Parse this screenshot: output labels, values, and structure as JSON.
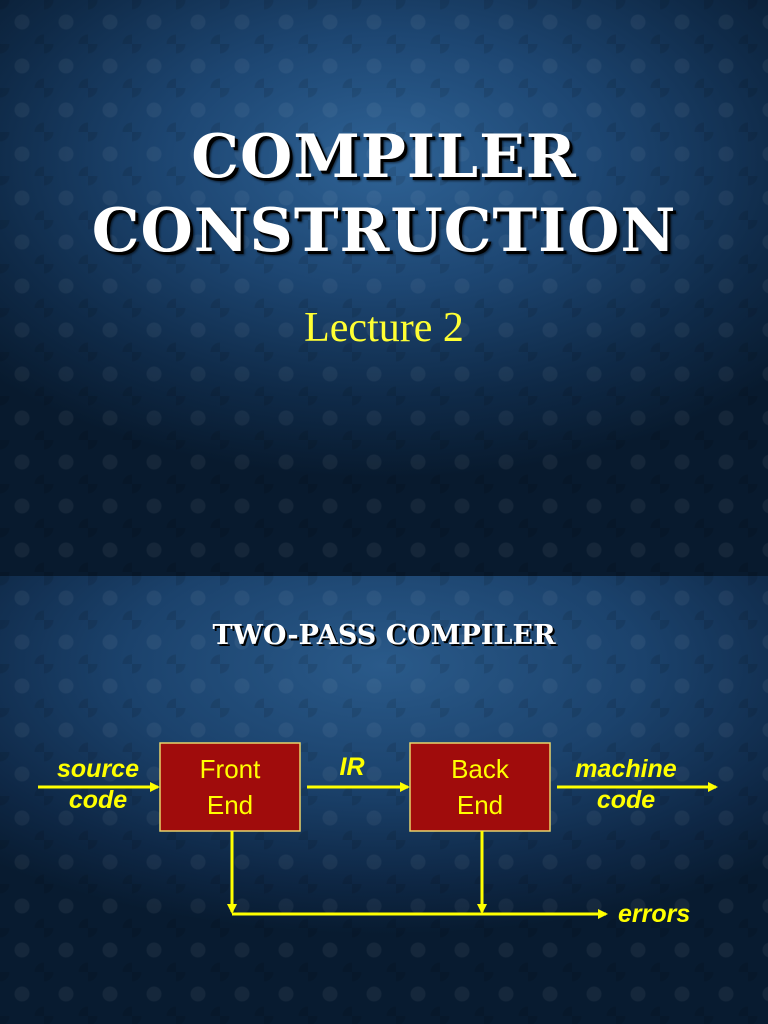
{
  "slide1": {
    "title_line1": "COMPILER",
    "title_line2": "CONSTRUCTION",
    "subtitle": "Lecture 2"
  },
  "slide2": {
    "title": "TWO-PASS COMPILER",
    "diagram": {
      "input_label_line1": "source",
      "input_label_line2": "code",
      "front_end_line1": "Front",
      "front_end_line2": "End",
      "ir_label": "IR",
      "back_end_line1": "Back",
      "back_end_line2": "End",
      "output_label_line1": "machine",
      "output_label_line2": "code",
      "errors_label": "errors"
    }
  },
  "colors": {
    "box_fill": "#a00c0c",
    "box_border": "#e8d36a",
    "arrow": "#ffff00",
    "title": "#ffffff",
    "subtitle": "#ffff33"
  }
}
